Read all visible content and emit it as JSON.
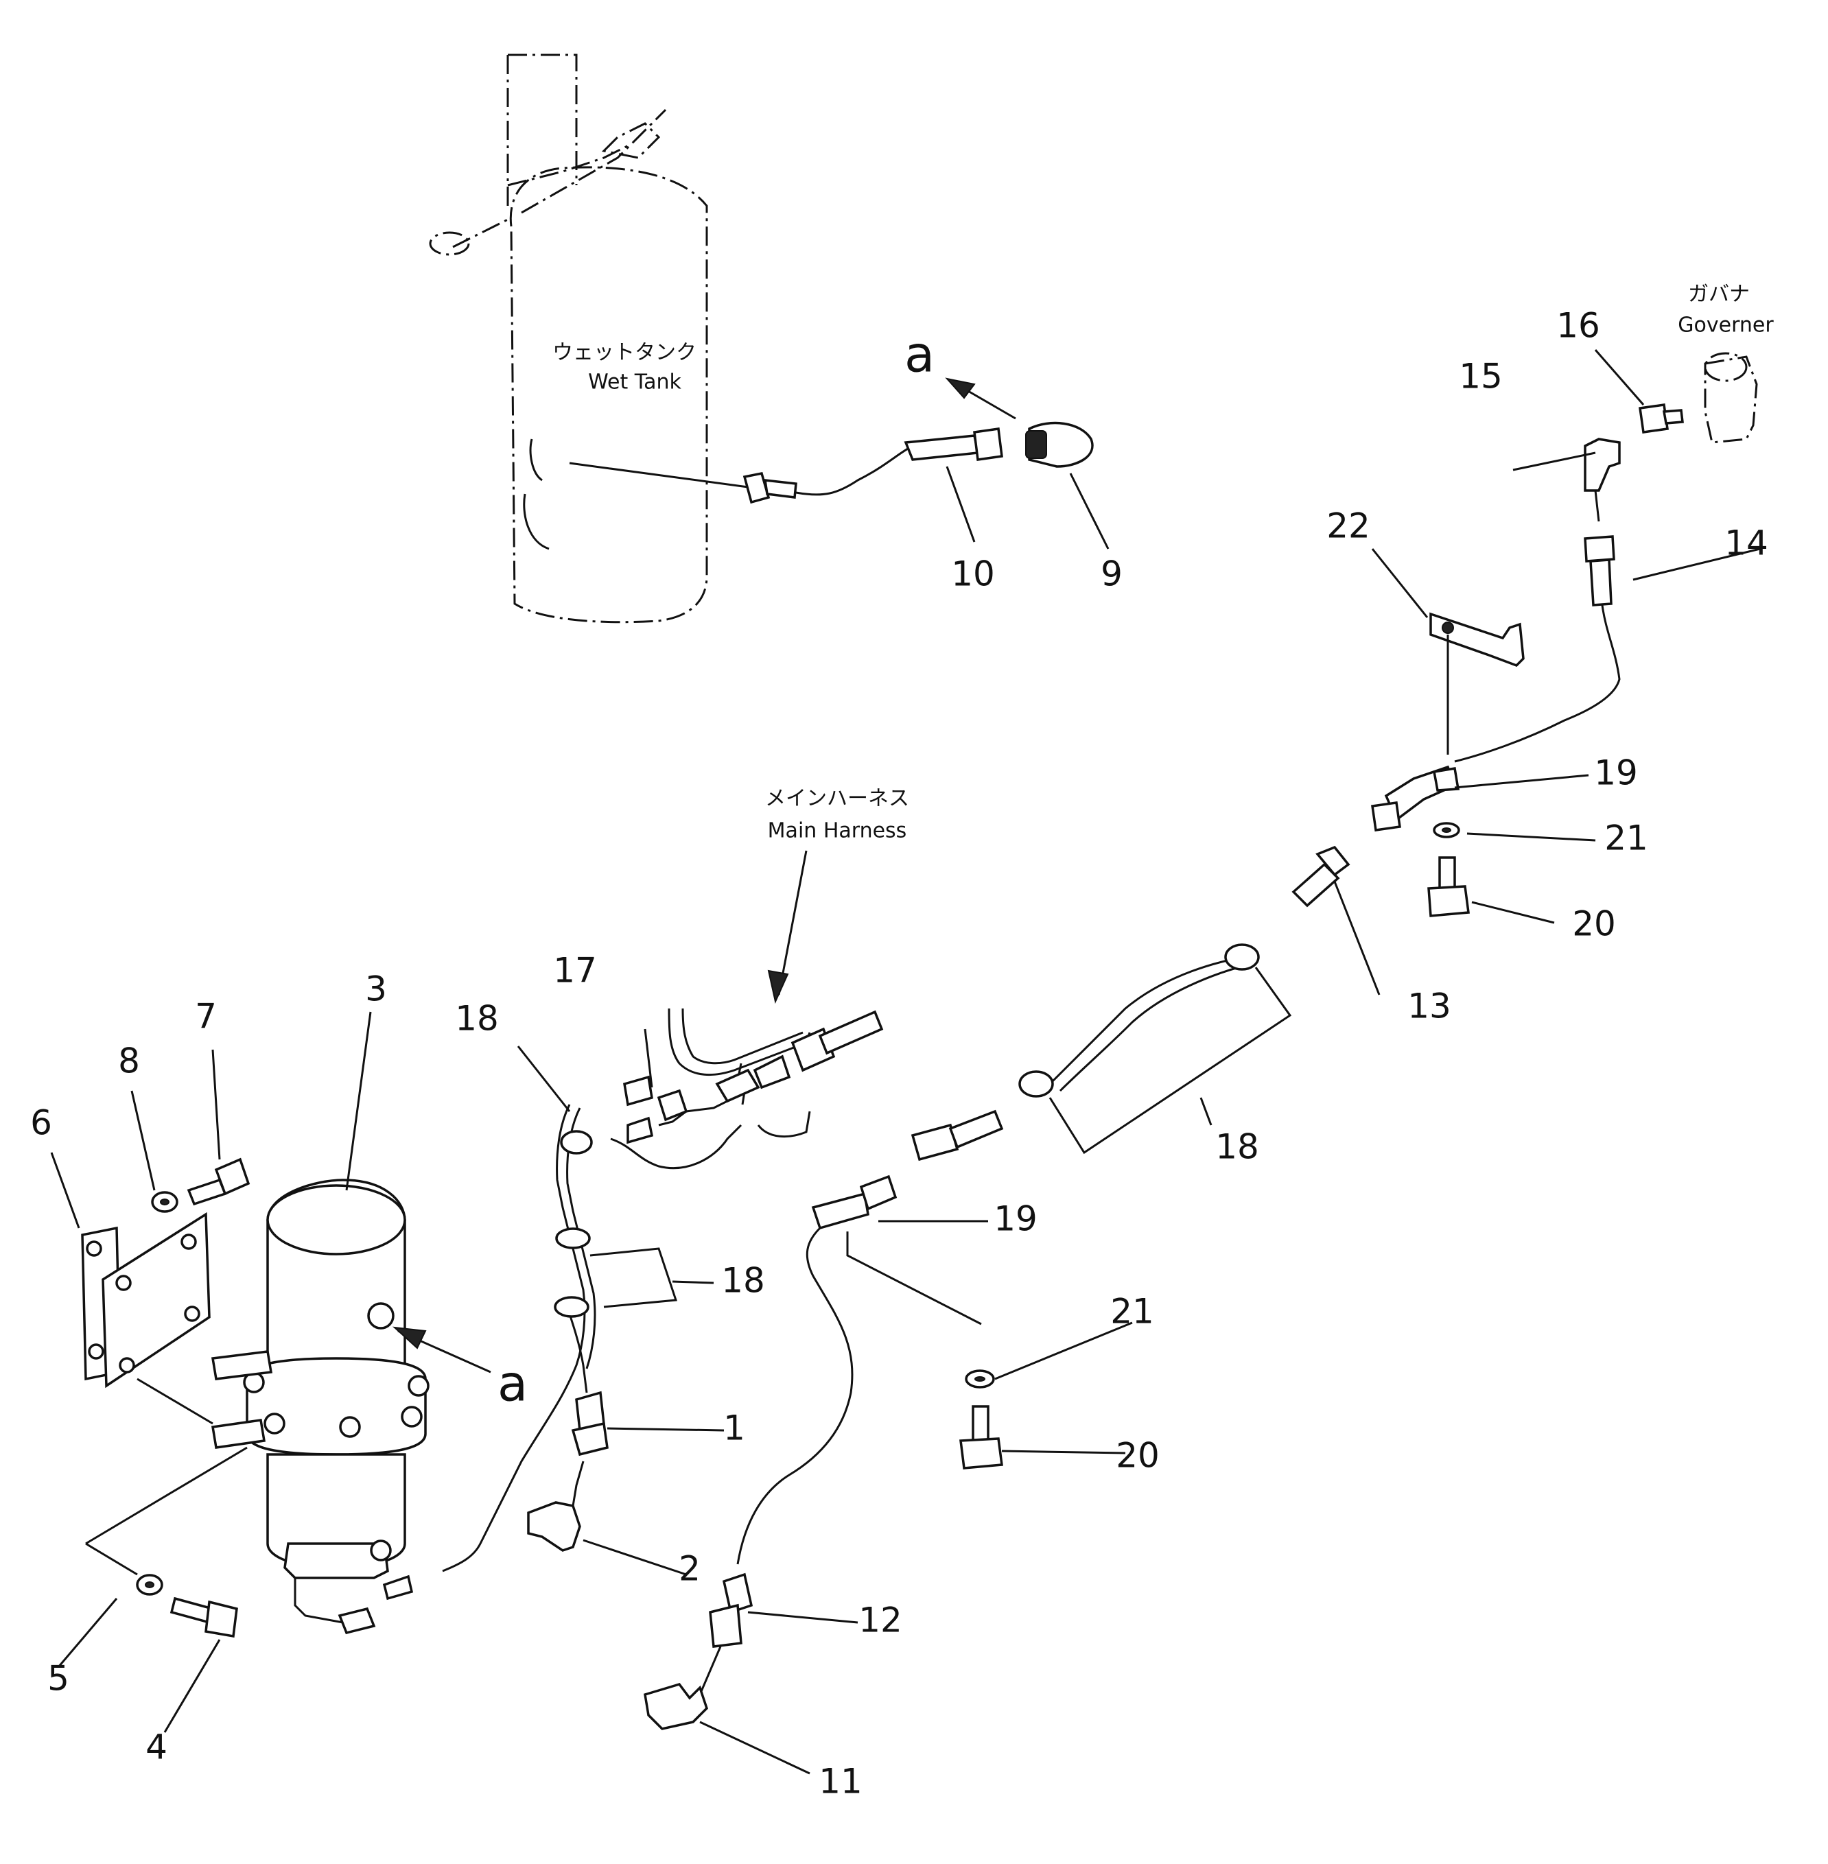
{
  "labels": {
    "wet_tank_jp": "ウェットタンク",
    "wet_tank_en": "Wet Tank",
    "governor_jp": "ガバナ",
    "governor_en": "Governer",
    "harness_jp": "メインハーネス",
    "harness_en": "Main Harness",
    "callout_top": "a",
    "callout_dryer": "a"
  },
  "parts": [
    {
      "id": "p1",
      "number": "1"
    },
    {
      "id": "p2",
      "number": "2"
    },
    {
      "id": "p3",
      "number": "3"
    },
    {
      "id": "p4",
      "number": "4"
    },
    {
      "id": "p5",
      "number": "5"
    },
    {
      "id": "p6",
      "number": "6"
    },
    {
      "id": "p7",
      "number": "7"
    },
    {
      "id": "p8",
      "number": "8"
    },
    {
      "id": "p9",
      "number": "9"
    },
    {
      "id": "p10",
      "number": "10"
    },
    {
      "id": "p11",
      "number": "11"
    },
    {
      "id": "p12",
      "number": "12"
    },
    {
      "id": "p13",
      "number": "13"
    },
    {
      "id": "p14",
      "number": "14"
    },
    {
      "id": "p15",
      "number": "15"
    },
    {
      "id": "p16",
      "number": "16"
    },
    {
      "id": "p17",
      "number": "17"
    },
    {
      "id": "p18a",
      "number": "18"
    },
    {
      "id": "p18b",
      "number": "18"
    },
    {
      "id": "p18c",
      "number": "18"
    },
    {
      "id": "p19a",
      "number": "19"
    },
    {
      "id": "p19b",
      "number": "19"
    },
    {
      "id": "p20a",
      "number": "20"
    },
    {
      "id": "p20b",
      "number": "20"
    },
    {
      "id": "p21a",
      "number": "21"
    },
    {
      "id": "p21b",
      "number": "21"
    },
    {
      "id": "p22",
      "number": "22"
    }
  ]
}
